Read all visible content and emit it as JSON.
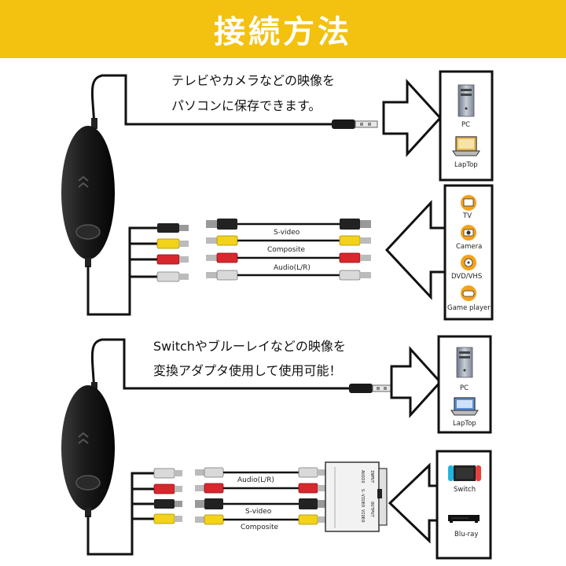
{
  "title": "接続方法",
  "colors": {
    "banner": "#f3c10f",
    "banner_text": "#ffffff",
    "cable": "#111111",
    "plug_yellow": "#f3d21a",
    "plug_red": "#d8272d",
    "plug_white": "#d9d9d9",
    "plug_black": "#222222"
  },
  "section1": {
    "caption_line1": "テレビやカメラなどの映像を",
    "caption_line2": "パソコンに保存できます。",
    "outputs": [
      "PC",
      "LapTop"
    ],
    "inputs": [
      "TV",
      "Camera",
      "DVD/VHS",
      "Game player"
    ],
    "cable_labels": [
      "S-video",
      "Composite",
      "Audio(L/R)"
    ],
    "output_icons": [
      "pc-tower-icon",
      "laptop-icon"
    ],
    "input_icons": [
      "tv-icon",
      "camera-icon",
      "dvd-vhs-icon",
      "game-player-icon"
    ]
  },
  "section2": {
    "caption_line1": "Switchやブルーレイなどの映像を",
    "caption_line2": "変換アダプタ使用して使用可能！",
    "outputs": [
      "PC",
      "LapTop"
    ],
    "inputs": [
      "Switch",
      "Blu-ray"
    ],
    "cable_labels": [
      "Audio(L/R)",
      "S-video",
      "Composite"
    ],
    "adapter_labels": [
      "INPUT",
      "OUTPUT",
      "AUDIO",
      "S-VIDEO",
      "VIDEO"
    ],
    "output_icons": [
      "pc-tower-icon",
      "laptop-icon"
    ],
    "input_icons": [
      "switch-console-icon",
      "bluray-player-icon"
    ]
  }
}
